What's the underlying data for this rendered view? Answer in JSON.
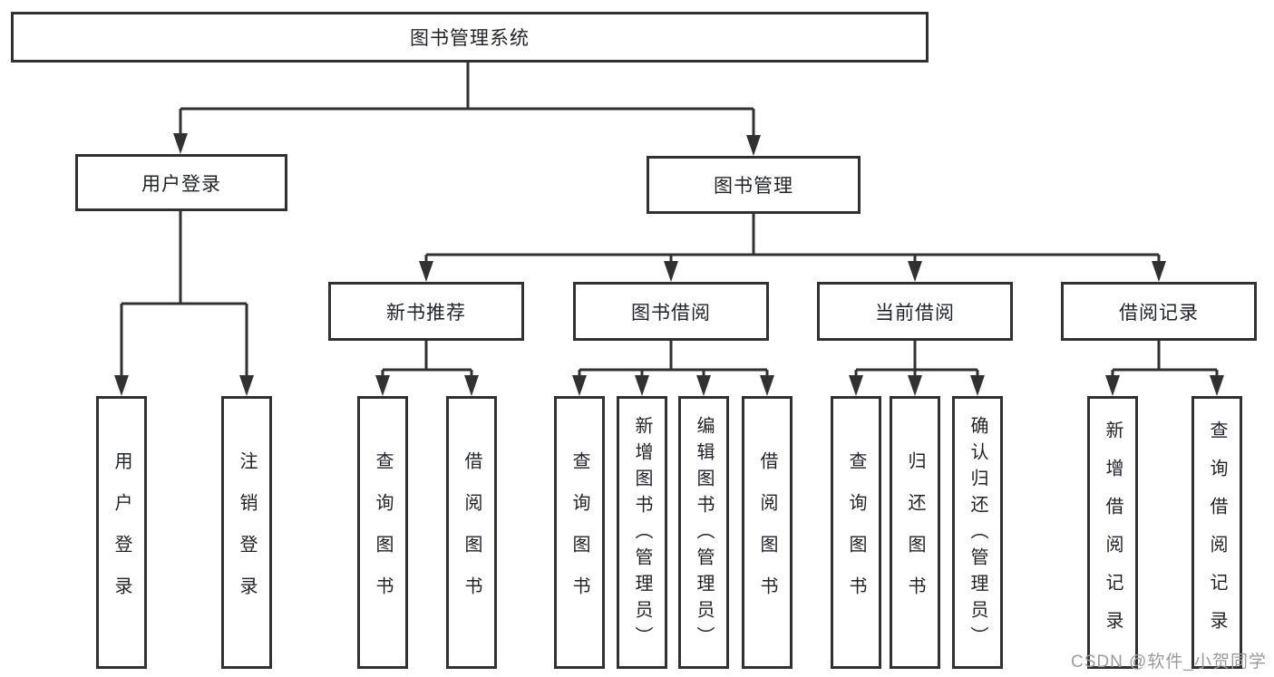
{
  "diagram": {
    "root": {
      "label": "图书管理系统"
    },
    "branches": [
      {
        "label": "用户登录"
      },
      {
        "label": "图书管理"
      }
    ],
    "modules": [
      {
        "label": "新书推荐",
        "parent": "图书管理"
      },
      {
        "label": "图书借阅",
        "parent": "图书管理"
      },
      {
        "label": "当前借阅",
        "parent": "图书管理"
      },
      {
        "label": "借阅记录",
        "parent": "图书管理"
      }
    ],
    "leaves": [
      {
        "label": "用户登录",
        "parent": "用户登录"
      },
      {
        "label": "注销登录",
        "parent": "用户登录"
      },
      {
        "label": "查询图书",
        "parent": "新书推荐"
      },
      {
        "label": "借阅图书",
        "parent": "新书推荐"
      },
      {
        "label": "查询图书",
        "parent": "图书借阅"
      },
      {
        "label": "新增图书（管理员）",
        "parent": "图书借阅"
      },
      {
        "label": "编辑图书（管理员）",
        "parent": "图书借阅"
      },
      {
        "label": "借阅图书",
        "parent": "图书借阅"
      },
      {
        "label": "查询图书",
        "parent": "当前借阅"
      },
      {
        "label": "归还图书",
        "parent": "当前借阅"
      },
      {
        "label": "确认归还（管理员）",
        "parent": "当前借阅"
      },
      {
        "label": "新增借阅记录",
        "parent": "借阅记录"
      },
      {
        "label": "查询借阅记录",
        "parent": "借阅记录"
      }
    ]
  },
  "watermark": {
    "text": "CSDN @软件_小贺同学"
  },
  "colors": {
    "line": "#313131",
    "box_border": "#313131",
    "text": "#1f2329",
    "watermark": "#9b9b9b",
    "background": "#ffffff"
  }
}
